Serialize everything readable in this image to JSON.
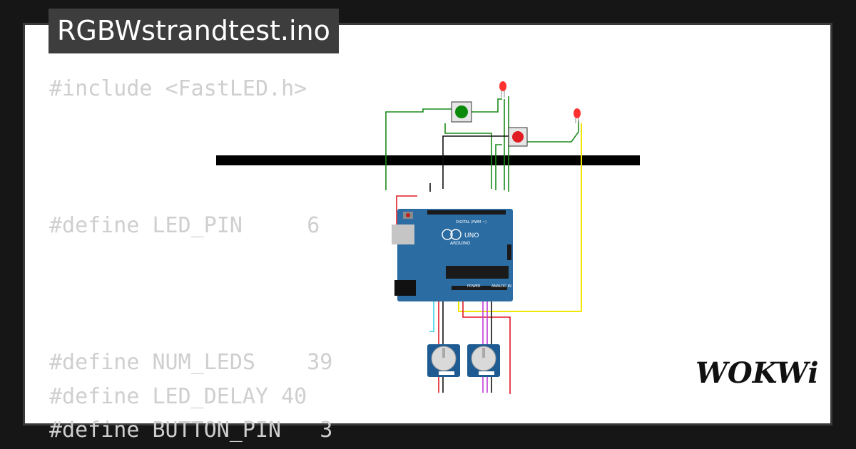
{
  "project": {
    "filename": "RGBWstrandtest.ino"
  },
  "code_lines": [
    "#include <FastLED.h>",
    "#define LED_PIN     6",
    "#define NUM_LEDS    39",
    "#define LED_DELAY 40",
    "#define BUTTON_PIN   3"
  ],
  "brand": {
    "logo_text": "WOKWi"
  },
  "board": {
    "logo": "UNO",
    "maker": "ARDUINO",
    "digital_header": "DIGITAL (PWM ~)",
    "power_header": "POWER",
    "analog_header": "ANALOG IN"
  },
  "colors": {
    "background": "#161616",
    "card": "#ffffff",
    "tag": "#3d3d3d",
    "code": "#cfcfcf",
    "board": "#2b6ca3",
    "wire_green": "#1a8a1a",
    "wire_red": "#e01b24",
    "wire_yellow": "#f2e600",
    "wire_cyan": "#3fd0e6",
    "wire_magenta": "#c03ad8",
    "wire_black": "#111111"
  }
}
